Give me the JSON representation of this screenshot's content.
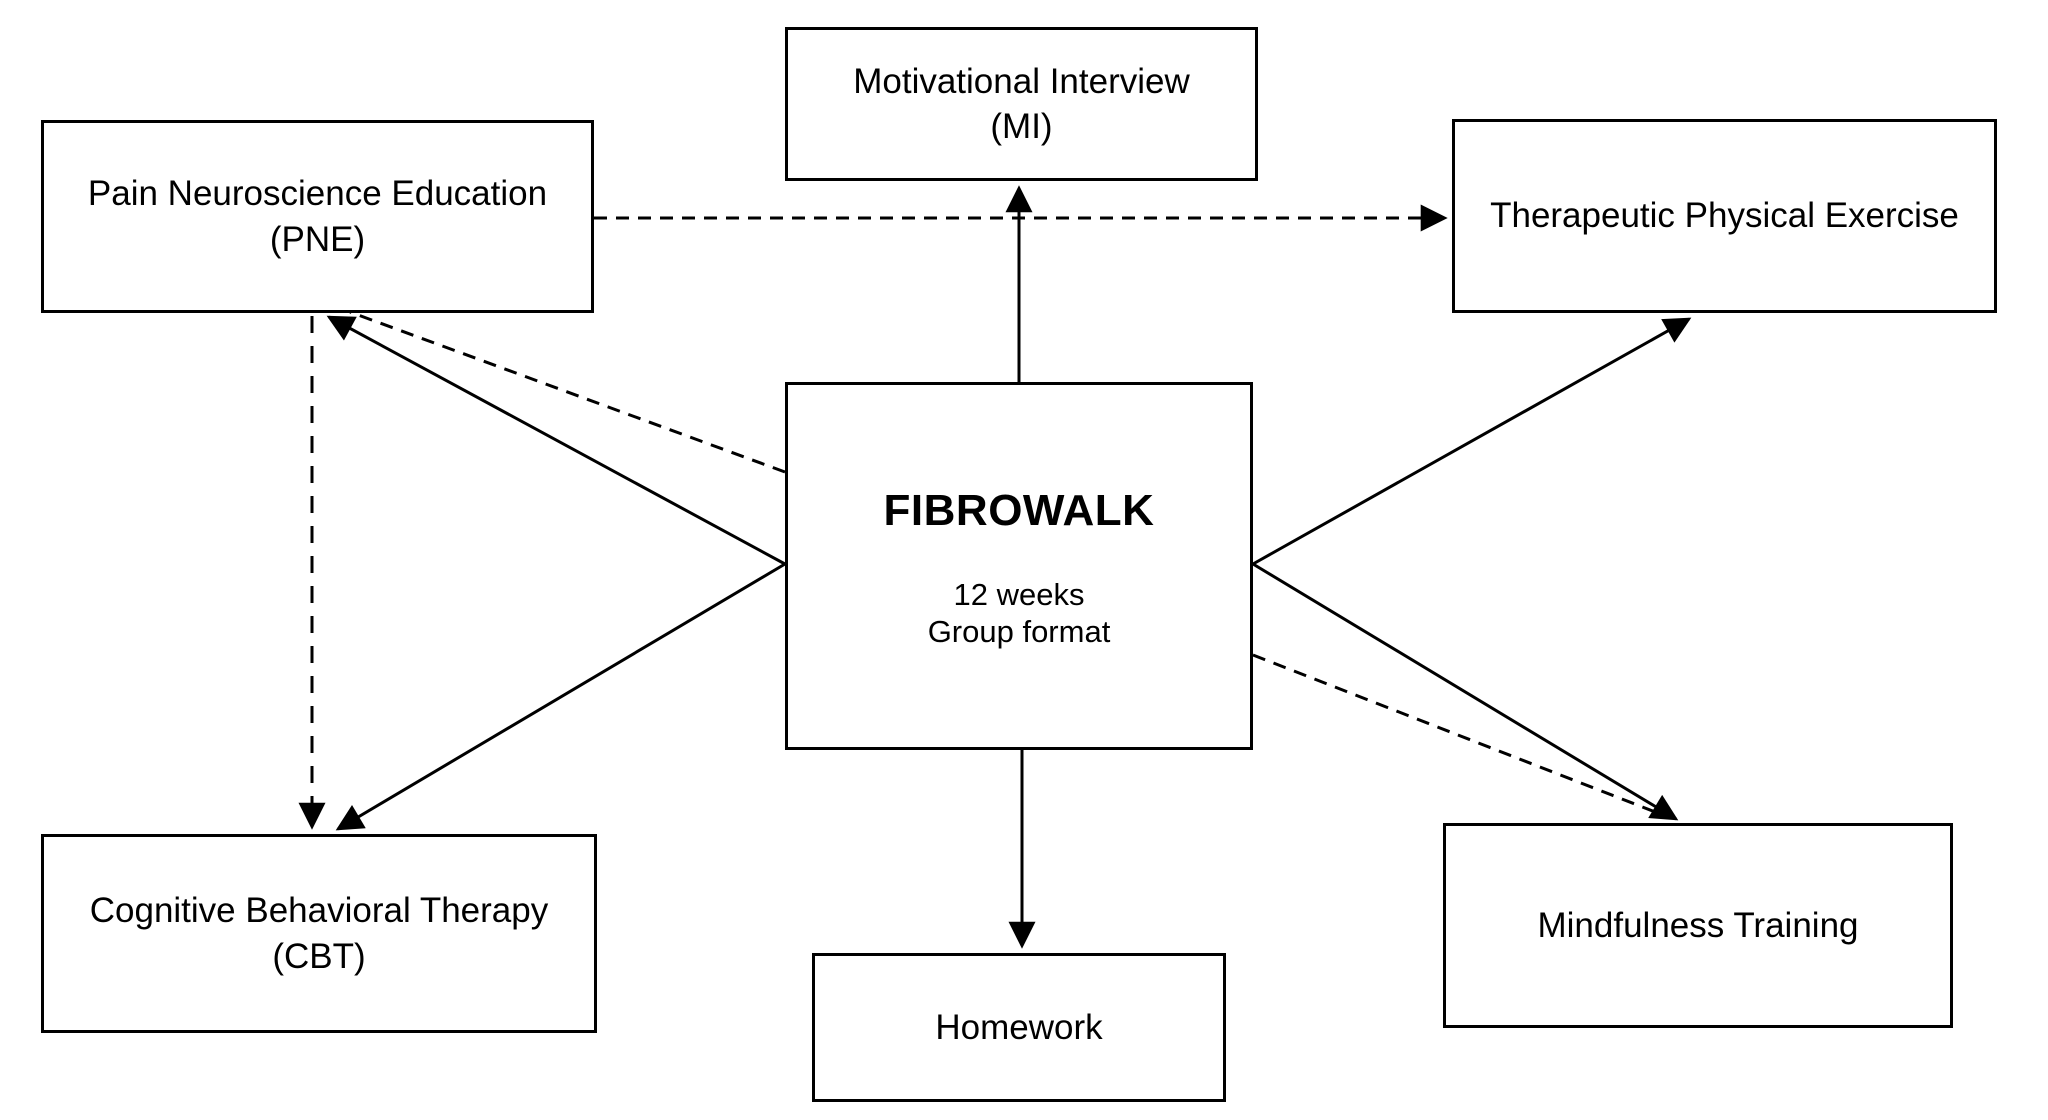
{
  "colors": {
    "background": "#ffffff",
    "line": "#000000",
    "text": "#000000"
  },
  "nodes": {
    "fibrowalk": {
      "title": "FIBROWALK",
      "detail1": "12 weeks",
      "detail2": "Group format"
    },
    "mi": {
      "line1": "Motivational Interview",
      "line2": "(MI)"
    },
    "pne": {
      "line1": "Pain Neuroscience Education",
      "line2": "(PNE)"
    },
    "tpe": {
      "line1": "Therapeutic Physical Exercise"
    },
    "cbt": {
      "line1": "Cognitive Behavioral Therapy",
      "line2": "(CBT)"
    },
    "mindfulness": {
      "line1": "Mindfulness Training"
    },
    "homework": {
      "line1": "Homework"
    }
  },
  "edges": [
    {
      "from": "FIBROWALK",
      "to": "Motivational Interview (MI)",
      "style": "solid",
      "arrow": "to"
    },
    {
      "from": "FIBROWALK",
      "to": "Pain Neuroscience Education (PNE)",
      "style": "solid",
      "arrow": "to"
    },
    {
      "from": "FIBROWALK",
      "to": "Pain Neuroscience Education (PNE)",
      "style": "dashed",
      "arrow": "to"
    },
    {
      "from": "FIBROWALK",
      "to": "Cognitive Behavioral Therapy (CBT)",
      "style": "solid",
      "arrow": "to"
    },
    {
      "from": "FIBROWALK",
      "to": "Therapeutic Physical Exercise",
      "style": "solid",
      "arrow": "to"
    },
    {
      "from": "FIBROWALK",
      "to": "Mindfulness Training",
      "style": "solid",
      "arrow": "to"
    },
    {
      "from": "FIBROWALK",
      "to": "Mindfulness Training",
      "style": "dashed",
      "arrow": "to"
    },
    {
      "from": "FIBROWALK",
      "to": "Homework",
      "style": "solid",
      "arrow": "to"
    },
    {
      "from": "Pain Neuroscience Education (PNE)",
      "to": "Therapeutic Physical Exercise",
      "style": "dashed",
      "arrow": "to"
    },
    {
      "from": "Pain Neuroscience Education (PNE)",
      "to": "Cognitive Behavioral Therapy (CBT)",
      "style": "dashed",
      "arrow": "to"
    }
  ]
}
